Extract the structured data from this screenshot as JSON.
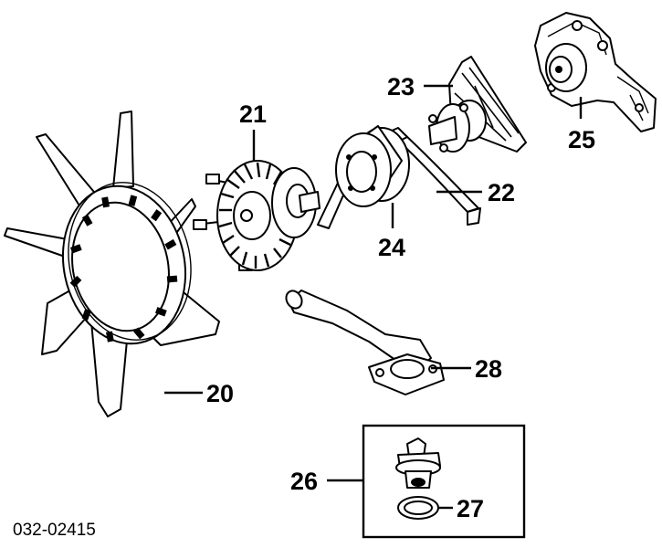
{
  "diagram": {
    "part_code": "032-02415",
    "callouts": {
      "fan": "20",
      "fan_clutch": "21",
      "belt": "22",
      "fan_bracket": "23",
      "pulley": "24",
      "water_pump": "25",
      "thermostat_kit": "26",
      "gasket": "27",
      "water_inlet": "28"
    }
  }
}
